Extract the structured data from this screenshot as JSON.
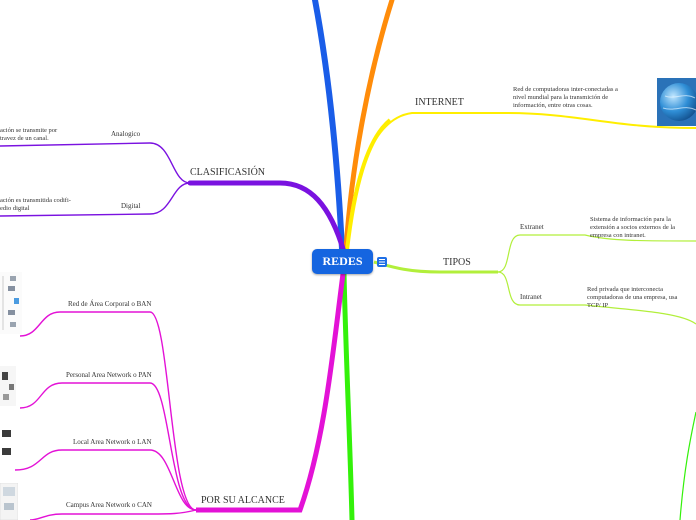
{
  "root": {
    "label": "REDES"
  },
  "branches": {
    "internet": {
      "label": "INTERNET",
      "color": "#ffee00",
      "note": "Red de computadoras inter-conectadas a nivel mundial  para la transmición de información, entre otras cosas."
    },
    "clasificacion": {
      "label": "CLASIFICASIÓN",
      "color": "#7a12e0",
      "analogico": {
        "label": "Analogico",
        "note": "ación se transmite por travez de un canal."
      },
      "digital": {
        "label": "Digital",
        "note": "ación es transmitida codifi- edio digital"
      }
    },
    "tipos": {
      "label": "TIPOS",
      "color": "#b2ef3b",
      "extranet": {
        "label": "Extranet",
        "note": "Sistema de información para la extensión a socios externos de la empresa con intranet."
      },
      "intranet": {
        "label": "Intranet",
        "note": "Red privada que interconecta computadoras de una empresa, usa TCP/ IP"
      }
    },
    "alcance": {
      "label": "POR SU ALCANCE",
      "color": "#e312d6",
      "items": [
        {
          "label": "Red de Área Corporal o BAN"
        },
        {
          "label": "Personal Area Network o PAN"
        },
        {
          "label": "Local Area Network o LAN"
        },
        {
          "label": "Campus Area Network o CAN"
        }
      ]
    }
  },
  "colors": {
    "root": "#1565e0",
    "blue": "#1a5de8",
    "orange": "#ff8c0a",
    "green": "#33f10a"
  }
}
